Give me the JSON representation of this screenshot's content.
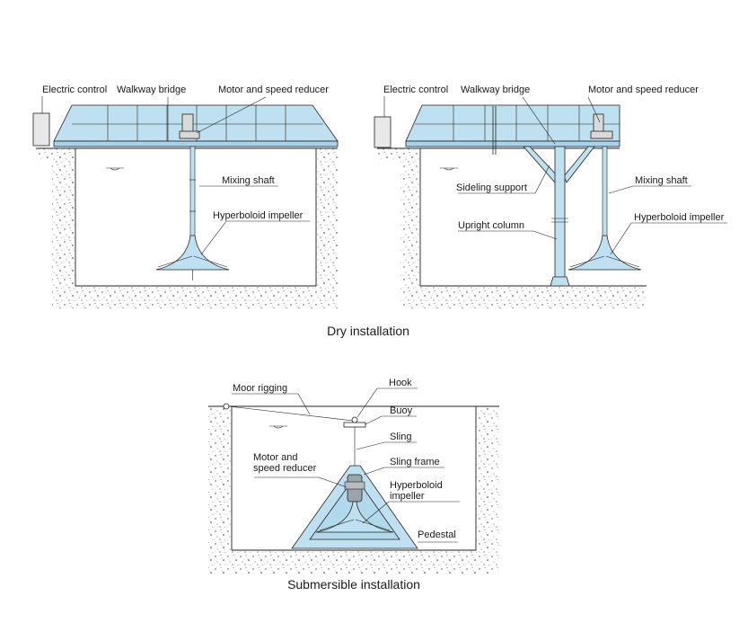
{
  "dry": {
    "left": {
      "electric_control": "Electric control",
      "walkway_bridge": "Walkway bridge",
      "motor_reducer": "Motor and speed reducer",
      "mixing_shaft": "Mixing shaft",
      "impeller": "Hyperboloid impeller"
    },
    "right": {
      "electric_control": "Electric control",
      "walkway_bridge": "Walkway bridge",
      "motor_reducer": "Motor and speed reducer",
      "sideling_support": "Sideling support",
      "mixing_shaft": "Mixing shaft",
      "upright_column": "Upright column",
      "impeller": "Hyperboloid impeller"
    },
    "caption": "Dry installation"
  },
  "submersible": {
    "moor_rigging": "Moor rigging",
    "hook": "Hook",
    "buoy": "Buoy",
    "sling": "Sling",
    "sling_frame": "Sling frame",
    "motor_line1": "Motor and",
    "motor_line2": "speed reducer",
    "impeller_line1": "Hyperboloid",
    "impeller_line2": "impeller",
    "pedestal": "Pedestal",
    "caption": "Submersible installation"
  },
  "colors": {
    "equipment_fill": "#bfe0f0",
    "outline": "#222222"
  }
}
